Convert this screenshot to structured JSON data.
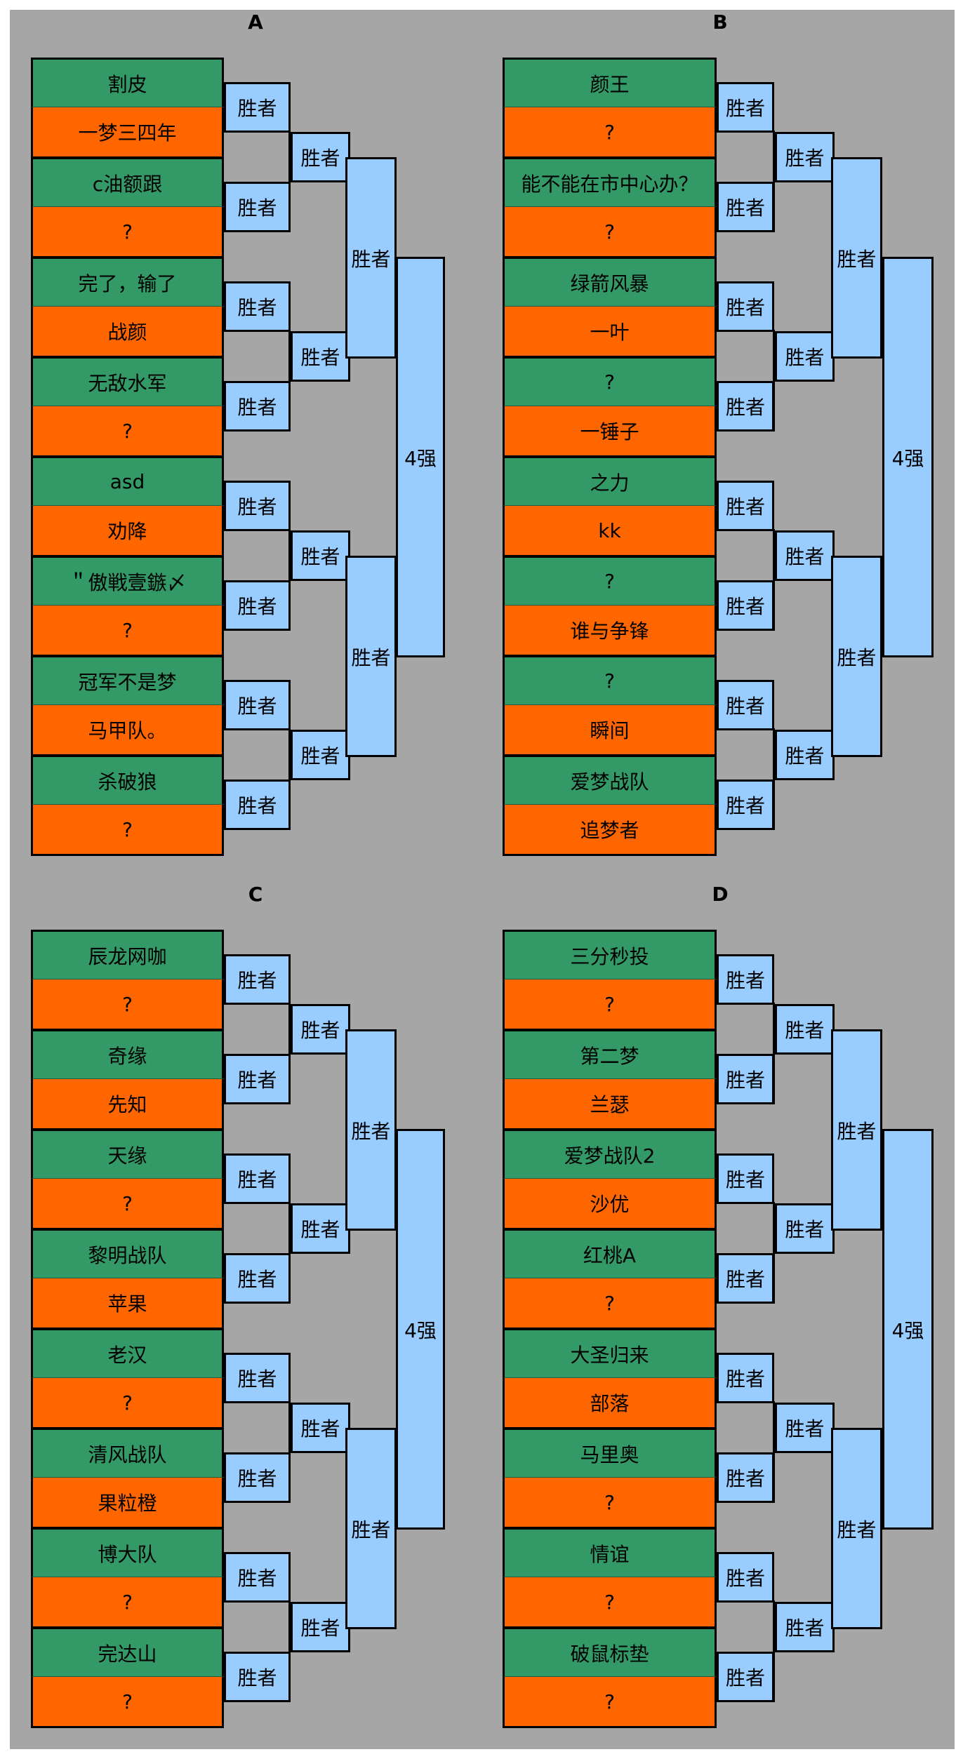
{
  "winner_label": "胜者",
  "final_label": "4强",
  "colors": {
    "background": "#a6a6a6",
    "team_top": "#339966",
    "team_bottom": "#ff6600",
    "winner_box": "#99ccff"
  },
  "groups": [
    {
      "label": "A",
      "teams": [
        "割皮",
        "一梦三四年",
        "c油额跟",
        "?",
        "完了，输了",
        "战颜",
        "无敌水军",
        "?",
        "asd",
        "劝降",
        "＂傲戦壹鏃〆",
        "?",
        "冠军不是梦",
        "马甲队。",
        "杀破狼",
        "?"
      ]
    },
    {
      "label": "B",
      "teams": [
        "颜王",
        "?",
        "能不能在市中心办？",
        "?",
        "绿箭风暴",
        "一叶",
        "?",
        "一锤子",
        "之力",
        "kk",
        "?",
        "谁与争锋",
        "?",
        "瞬间",
        "爱梦战队",
        "追梦者"
      ]
    },
    {
      "label": "C",
      "teams": [
        "辰龙网咖",
        "?",
        "奇缘",
        "先知",
        "天缘",
        "?",
        "黎明战队",
        "苹果",
        "老汉",
        "?",
        "清风战队",
        "果粒橙",
        "博大队",
        "?",
        "完达山",
        "?"
      ]
    },
    {
      "label": "D",
      "teams": [
        "三分秒投",
        "?",
        "第二梦",
        "兰瑟",
        "爱梦战队2",
        "沙优",
        "红桃A",
        "?",
        "大圣归来",
        "部落",
        "马里奥",
        "?",
        "情谊",
        "?",
        "破鼠标垫",
        "?"
      ]
    }
  ]
}
